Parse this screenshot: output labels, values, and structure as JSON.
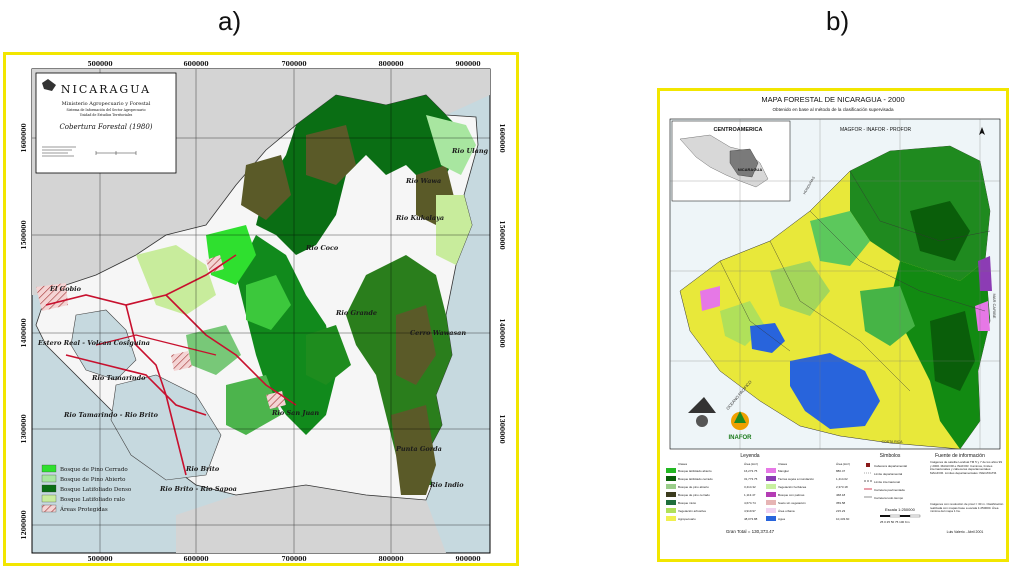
{
  "panels": {
    "a": "a)",
    "b": "b)"
  },
  "map_a": {
    "title_box": {
      "country": "NICARAGUA",
      "agency_line1": "Ministerio Agropecuario y Forestal",
      "agency_line2": "Sistema de Información del Sector Agropecuario",
      "agency_line3": "Unidad de Estudios Territoriales",
      "subtitle": "Cobertura Forestal (1980)"
    },
    "top_ticks": [
      "500000",
      "600000",
      "700000",
      "800000",
      "900000"
    ],
    "bottom_ticks": [
      "500000",
      "600000",
      "700000",
      "800000",
      "900000"
    ],
    "left_ticks": [
      "1600000",
      "1500000",
      "1400000",
      "1300000",
      "1200000"
    ],
    "right_ticks": [
      "1600000",
      "1500000",
      "1400000",
      "1300000"
    ],
    "place_labels": [
      "Rio Ulang",
      "Rio Wawa",
      "Rio Kukalaya",
      "Rio Coco",
      "El Gobio",
      "Rio Grande",
      "Cerro Wawasan",
      "Estero Real - Volcan Cosiguina",
      "Rio Tamarindo",
      "Rio Tamarindo - Rio Brito",
      "Rio San Juan",
      "Rio Brito",
      "Rio Brito - Rio Sapoa",
      "Punta Gorda",
      "Rio Indio"
    ],
    "legend": [
      {
        "label": "Bosque de Pino Cerrado",
        "color": "#2fe02f"
      },
      {
        "label": "Bosque de Pino Abierto",
        "color": "#a8e6a0"
      },
      {
        "label": "Bosque Latifoliado Denso",
        "color": "#0a6e14"
      },
      {
        "label": "Bosque Latifoliado ralo",
        "color": "#c8ec9c"
      },
      {
        "label": "Áreas Protegidas",
        "color": "#f0c8c8"
      }
    ]
  },
  "map_b": {
    "title": "MAPA FORESTAL DE NICARAGUA - 2000",
    "subtitle": "Obtenido en base al método de la clasificación supervisada",
    "inset_title": "CENTROAMERICA",
    "inset_country": "NICARAGUA",
    "agencies": "MAGFOR - INAFOR - PROFOR",
    "sea_east": "MAR CARIBE",
    "sea_west": "OCEANO PACIFICO",
    "neighbor_north": "HONDURAS",
    "neighbor_south": "COSTA RICA",
    "logo_text": "INAFOR",
    "legend_title": "Leyenda",
    "symbols_title": "Símbolos",
    "source_title": "Fuente de información",
    "col_class": "Clases",
    "col_area": "Área (km²)",
    "legend_left": [
      {
        "label": "Bosque latifoliado abierto",
        "area": "16,273.75",
        "color": "#22b822"
      },
      {
        "label": "Bosque latifoliado cerrado",
        "area": "31,773.75",
        "color": "#0a5e0a"
      },
      {
        "label": "Bosque de pino abierto",
        "area": "3,414.32",
        "color": "#9acd8a"
      },
      {
        "label": "Bosque de pino cerrado",
        "area": "1,113.47",
        "color": "#3c3c1e"
      },
      {
        "label": "Bosque mixto",
        "area": "4,674.74",
        "color": "#1e6e3c"
      },
      {
        "label": "Vegetación arbustiva",
        "area": "4,919.97",
        "color": "#b0e05a"
      },
      {
        "label": "Agropecuario",
        "area": "48,073.88",
        "color": "#f0f050"
      }
    ],
    "legend_right": [
      {
        "label": "Manglar",
        "area": "880.47",
        "color": "#e678e6"
      },
      {
        "label": "Tierras sujeta a inundación",
        "area": "1,414.02",
        "color": "#8c3cb4"
      },
      {
        "label": "Vegetación herbácea",
        "area": "2,373.18",
        "color": "#c8f0a0"
      },
      {
        "label": "Bosque con palmas",
        "area": "468.18",
        "color": "#b43cb4"
      },
      {
        "label": "Suelo sin vegetación",
        "area": "359.58",
        "color": "#e6b4b4"
      },
      {
        "label": "Área urbana",
        "area": "215.23",
        "color": "#f0d2f0"
      },
      {
        "label": "Agua",
        "area": "10,433.60",
        "color": "#2864dc"
      }
    ],
    "total": "Gran Total = 130,373.47",
    "symbols": [
      "Cabecera departamental",
      "Límite departamental",
      "Límite internacional",
      "Carretera pavimentada",
      "Carretera todo tiempo"
    ],
    "source_text": "Imágenes de satélite Landsat TM 5 y 7 de los años 99 y 2000. MAGFOR e INAFOR. Caminos, límites internacionales y cabeceras departamentales: MAGFOR. Límites departamentales: INEC/DGTM.",
    "resolution_text": "Imágenes con resolución de píxel = 30 m. Clasificación realizada con mapas base a escala 1:250000. Área mínima del mapa 1 ha.",
    "scale_label": "Escala 1:250000",
    "scale_ticks": "25 0 25 50 75 100 Km",
    "author": "Luis Valerio - Abril 2001"
  }
}
